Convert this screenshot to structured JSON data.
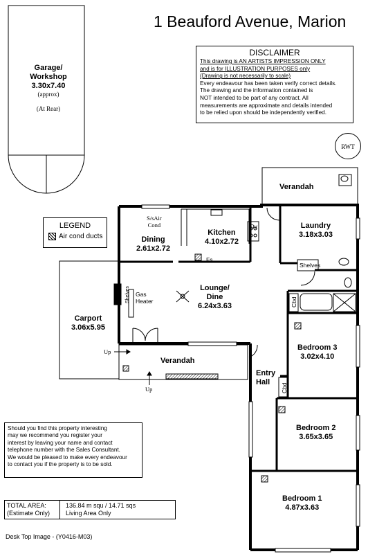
{
  "title": "1 Beauford Avenue, Marion",
  "disclaimer": {
    "heading": "DISCLAIMER",
    "line1": "This drawing is AN ARTISTS IMPRESSION ONLY",
    "line2": "and is for ILLUSTRATION PURPOSES only",
    "line3": "(Drawing is not necessarily to scale)",
    "line4": "Every endeavour has been taken verify correct details.",
    "line5": "The drawing and the information contained is",
    "line6": "NOT intended to be part of any contract.  All",
    "line7": "measurements are approximate and details intended",
    "line8": "to be relied upon should be independently verified."
  },
  "rwt": "RWT",
  "legend": {
    "title": "LEGEND",
    "item": "Air cond ducts"
  },
  "garage": {
    "name": "Garage/",
    "name2": "Workshop",
    "dims": "3.30x7.40",
    "approx": "(approx)",
    "note": "(At Rear)"
  },
  "rooms": {
    "verandah_top": "Verandah",
    "laundry": {
      "name": "Laundry",
      "dims": "3.18x3.03"
    },
    "kitchen": {
      "name": "Kitchen",
      "dims": "4.10x2.72"
    },
    "dining": {
      "name": "Dining",
      "dims": "2.61x2.72"
    },
    "lounge": {
      "name": "Lounge/",
      "name2": "Dine",
      "dims": "6.24x3.63"
    },
    "carport": {
      "name": "Carport",
      "dims": "3.06x5.95"
    },
    "verandah_front": "Verandah",
    "entry": {
      "name": "Entry",
      "name2": "Hall"
    },
    "bed3": {
      "name": "Bedroom 3",
      "dims": "3.02x4.10"
    },
    "bed2": {
      "name": "Bedroom 2",
      "dims": "3.65x3.65"
    },
    "bed1": {
      "name": "Bedroom 1",
      "dims": "4.87x3.63"
    }
  },
  "fixtures": {
    "ssaircond": "S/sAir",
    "ssaircond2": "Cond",
    "ov": "Ov",
    "fs": "Fs",
    "shelves": "Shelves",
    "gas": "Gas",
    "gas2": "Heater",
    "shelves_v": "Shelves",
    "cbd1": "Cbd",
    "cbd2": "Cbd",
    "up1": "Up",
    "up2": "Up"
  },
  "note": {
    "l1": "Should you find this property interesting",
    "l2": "may we recommend you register your",
    "l3": "interest by leaving your name and contact",
    "l4": "telephone number with the Sales Consultant.",
    "l5": "We would be pleased to make every endeavour",
    "l6": "to contact you if the property is to be sold."
  },
  "area": {
    "label1": "TOTAL AREA:",
    "label2": "(Estimate Only)",
    "value1": "136.84 m squ /  14.71 sqs",
    "value2": "Living Area Only"
  },
  "footer": "Desk Top Image - (Y0416-M03)"
}
